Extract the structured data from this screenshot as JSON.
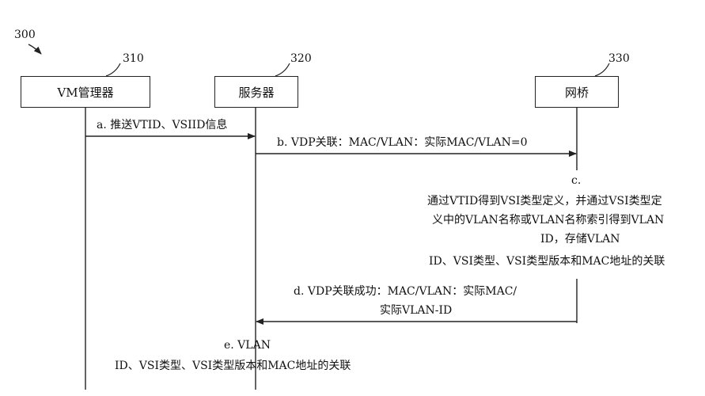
{
  "figure_number": "300",
  "participants": [
    {
      "ref": "310",
      "label": "VM管理器"
    },
    {
      "ref": "320",
      "label": "服务器"
    },
    {
      "ref": "330",
      "label": "网桥"
    }
  ],
  "messages": {
    "a": "a. 推送VTID、VSIID信息",
    "b": "b. VDP关联：MAC/VLAN：实际MAC/VLAN=0",
    "c": {
      "step": "c.",
      "lines": [
        "通过VTID得到VSI类型定义，并通过VSI类型定",
        "义中的VLAN名称或VLAN名称索引得到VLAN",
        "ID，存储VLAN",
        "ID、VSI类型、VSI类型版本和MAC地址的关联"
      ]
    },
    "d": {
      "lines": [
        "d. VDP关联成功：MAC/VLAN：实际MAC/",
        "实际VLAN-ID"
      ]
    },
    "e": {
      "lines": [
        "e. VLAN",
        "ID、VSI类型、VSI类型版本和MAC地址的关联"
      ]
    }
  },
  "colors": {
    "line": "#222222",
    "text": "#111111",
    "background": "#ffffff"
  }
}
